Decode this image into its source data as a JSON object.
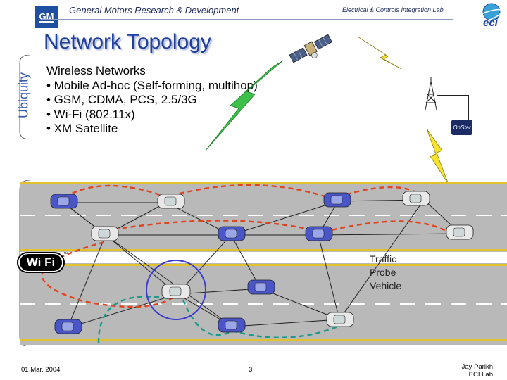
{
  "header": {
    "logo_text": "GM",
    "org": "General Motors Research & Development",
    "lab": "Electrical & Controls Integration Lab",
    "lab_logo_text": "eci"
  },
  "slide": {
    "title": "Network Topology",
    "side_label": "Ubiquity",
    "bullets": [
      "Wireless Networks",
      "• Mobile Ad-hoc (Self-forming, multihop)",
      "• GSM, CDMA, PCS, 2.5/3G",
      "• Wi-Fi (802.11x)",
      "• XM Satellite"
    ],
    "onstar_text": "OnStar",
    "wifi_text": "Wi Fi",
    "wifi_tm": "™",
    "traffic_probe_lines": [
      "Traffic",
      "Probe",
      "Vehicle"
    ]
  },
  "footer": {
    "date": "01 Mar. 2004",
    "page": "3",
    "author_lines": [
      "Jay Parikh",
      "ECI Lab"
    ]
  },
  "colors": {
    "title_blue": "#1f3f9f",
    "road_gray": "#b9b9b9",
    "lane_yellow": "#e2c22a",
    "red_path": "#e0431e",
    "teal_path": "#1a9a8a",
    "circle_blue": "#3b3bd0"
  }
}
